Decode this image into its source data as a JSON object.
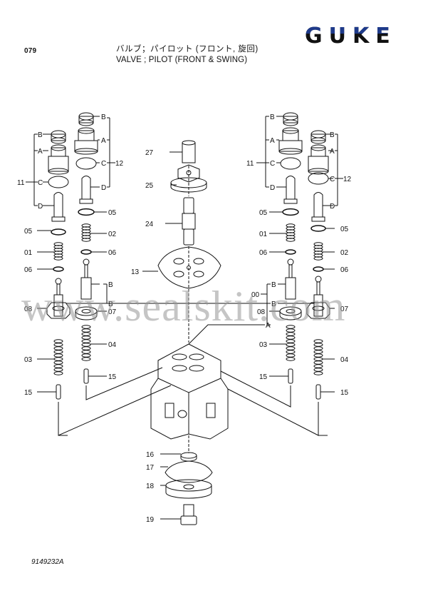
{
  "header": {
    "page_number": "079",
    "title_jp": "バルブ；パイロット (フロント, 旋回)",
    "title_en": "VALVE ; PILOT (FRONT & SWING)",
    "logo": {
      "text": "GUKE",
      "top_color": "#1e3a8a",
      "bottom_color": "#111111"
    }
  },
  "watermark": "www.sealskit.com",
  "footer": {
    "drawing_number": "9149232A"
  },
  "diagram": {
    "left_assembly": {
      "group_11": {
        "label": "11",
        "parts": [
          "B",
          "A",
          "C",
          "D"
        ]
      },
      "group_12": {
        "label": "12",
        "parts": [
          "B",
          "A",
          "C",
          "D"
        ]
      },
      "callouts": [
        "05",
        "05",
        "02",
        "01",
        "06",
        "06",
        "B",
        "B",
        "07",
        "08",
        "04",
        "03",
        "15",
        "15"
      ]
    },
    "center_assembly": {
      "callouts": [
        "27",
        "25",
        "24",
        "13",
        "16",
        "17",
        "18",
        "19"
      ]
    },
    "right_assembly": {
      "group_11": {
        "label": "11",
        "parts": [
          "B",
          "A",
          "C",
          "D"
        ]
      },
      "group_12": {
        "label": "12",
        "parts": [
          "B",
          "A",
          "C",
          "D"
        ]
      },
      "group_00": {
        "label": "00",
        "parts": [
          "B",
          "B",
          "A"
        ]
      },
      "callouts": [
        "05",
        "05",
        "01",
        "02",
        "06",
        "06",
        "08",
        "07",
        "03",
        "04",
        "15",
        "15"
      ]
    },
    "labels": {
      "p01": "01",
      "p02": "02",
      "p03": "03",
      "p04": "04",
      "p05": "05",
      "p06": "06",
      "p07": "07",
      "p08": "08",
      "p11": "11",
      "p12": "12",
      "p13": "13",
      "p15": "15",
      "p16": "16",
      "p17": "17",
      "p18": "18",
      "p19": "19",
      "p24": "24",
      "p25": "25",
      "p27": "27",
      "p00": "00",
      "A": "A",
      "B": "B",
      "C": "C",
      "D": "D"
    }
  }
}
